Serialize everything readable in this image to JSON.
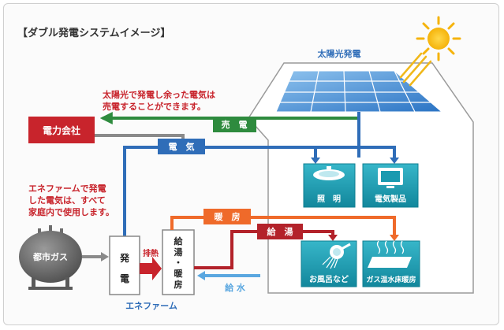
{
  "title": "【ダブル発電システムイメージ】",
  "solar_label": "太陽光発電",
  "sell_note": [
    "太陽光で発電し余った電気は",
    "売電することができます。"
  ],
  "power_company": "電力会社",
  "sell_flow": "売　電",
  "electricity_flow": "電　気",
  "enefarm_note": [
    "エネファームで発電",
    "した電気は、すべて",
    "家庭内で使用します。"
  ],
  "city_gas": "都市ガス",
  "generator": [
    "発",
    "電"
  ],
  "exhaust_heat": "排熱",
  "hot_water_heating": [
    "給",
    "湯",
    "・",
    "暖",
    "房"
  ],
  "enefarm": "エネファーム",
  "heating_flow": "暖　房",
  "hot_water_flow": "給　湯",
  "water_supply": "給 水",
  "appliances": {
    "lighting": "照　明",
    "electronics": "電気製品",
    "bath": "お風呂など",
    "floor_heating": "ガス温水床暖房"
  },
  "colors": {
    "blue": "#2f6db8",
    "green": "#2e8b3e",
    "red": "#c8242c",
    "orange": "#ef6a2a",
    "teal": "#1a9ab0",
    "light_blue": "#5aa7e0",
    "gas_gray": "#6e6e6e",
    "company_red": "#c8242c"
  }
}
